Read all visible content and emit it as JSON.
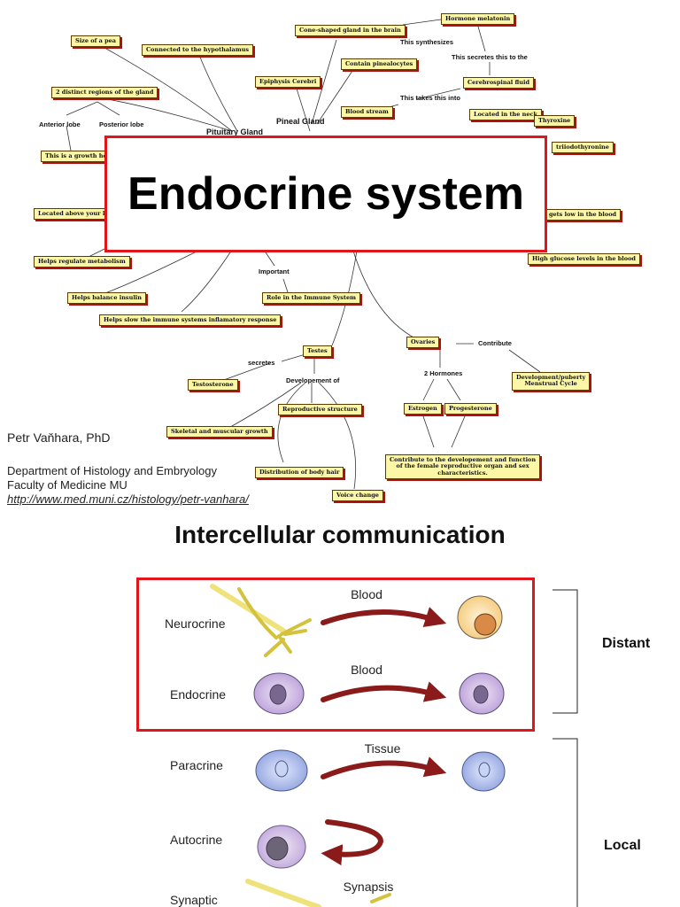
{
  "concept_map": {
    "nodes": {
      "size_of_pea": "Size of a pea",
      "connected_hypothalamus": "Connected to the hypothalamus",
      "cone_shaped": "Cone-shaped gland in the brain",
      "hormone_melatonin": "Hormone melatonin",
      "epiphysis": "Epiphysis Cerebri",
      "pinealocytes": "Contain pinealocytes",
      "csf": "Cerebrospinal fluid",
      "two_regions": "2 distinct regions of the gland",
      "blood_stream": "Blood stream",
      "located_neck": "Located in the neck",
      "thyroxine": "Thyroxine",
      "triiodothyronine": "triiodothyronine",
      "growth_horm": "This is a growth horm",
      "above_kidney": "Located above your kidn",
      "gets_low": "gets low in the blood",
      "regulate_metabolism": "Helps regulate metabolism",
      "high_glucose": "High glucose levels in the blood",
      "balance_insulin": "Helps balance insulin",
      "immune_role": "Role in the Immune System",
      "slow_immune": "Helps slow the immune systems inflamatory response",
      "testes": "Testes",
      "ovaries": "Ovaries",
      "testosterone": "Testosterone",
      "reproductive": "Reproductive structure",
      "dev_puberty": "Development/puberty\nMenstrual Cycle",
      "estrogen": "Estrogen",
      "progesterone": "Progesterone",
      "skeletal": "Skeletal and muscular growth",
      "body_hair": "Distribution of body hair",
      "contribute_long": "Contribute to the developement and function\nof the female reproductive organ and sex\ncharacteristics.",
      "voice": "Voice change"
    },
    "labels": {
      "synthesizes": "This synthesizes",
      "secretes_to": "This secretes this to the",
      "takes_into": "This takes this into",
      "anterior": "Anterior lobe",
      "posterior": "Posterior lobe",
      "pituitary": "Pituitary Gland",
      "pineal": "Pineal Gland",
      "important": "Important",
      "secretes": "secretes",
      "developement_of": "Developement of",
      "two_hormones": "2 Hormones",
      "contribute": "Contribute"
    }
  },
  "title": "Endocrine system",
  "author": "Petr Vaňhara, PhD",
  "department": "Department of Histology and Embryology",
  "faculty": "Faculty of Medicine MU",
  "url": "http://www.med.muni.cz/histology/petr-vanhara/",
  "communication": {
    "heading": "Intercellular communication",
    "rows": [
      {
        "label": "Neurocrine",
        "medium": "Blood"
      },
      {
        "label": "Endocrine",
        "medium": "Blood"
      },
      {
        "label": "Paracrine",
        "medium": "Tissue"
      },
      {
        "label": "Autocrine",
        "medium": ""
      },
      {
        "label": "Synaptic",
        "medium": "Synapsis"
      }
    ],
    "distant": "Distant",
    "local": "Local"
  },
  "colors": {
    "accent_red": "#e0161b",
    "arrow": "#8b1a1a",
    "node_fill": "#fbf7a6"
  }
}
